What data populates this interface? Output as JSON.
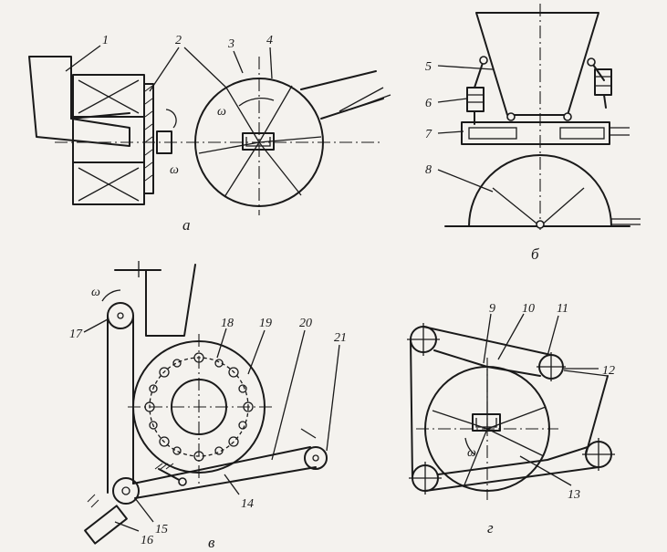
{
  "labels": {
    "n1": "1",
    "n2": "2",
    "n3": "3",
    "n4": "4",
    "n5": "5",
    "n6": "6",
    "n7": "7",
    "n8": "8",
    "n9": "9",
    "n10": "10",
    "n11": "11",
    "n12": "12",
    "n13": "13",
    "n14": "14",
    "n15": "15",
    "n16": "16",
    "n17": "17",
    "n18": "18",
    "n19": "19",
    "n20": "20",
    "n21": "21",
    "omega": "ω"
  },
  "captions": {
    "a": "а",
    "b": "б",
    "v": "в",
    "g": "г"
  }
}
